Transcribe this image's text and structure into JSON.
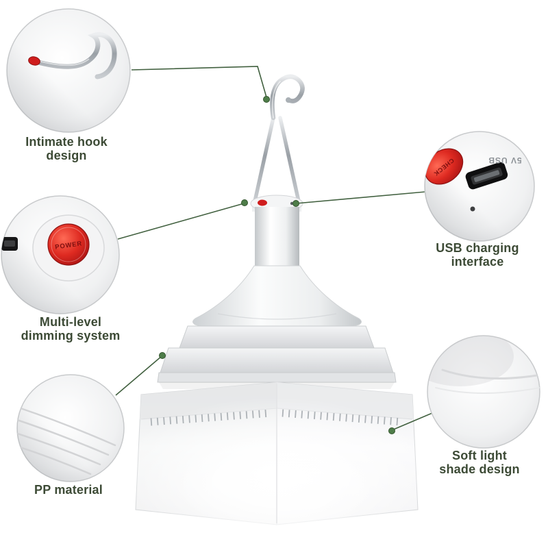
{
  "meta": {
    "type": "product-feature-infographic",
    "background": "#ffffff"
  },
  "colors": {
    "accent_green": "#41603f",
    "dot_green": "#4e7d49",
    "label_text": "#3c4a35",
    "button_red": "#cf1d1d"
  },
  "callouts": [
    {
      "id": "hook",
      "label_line1": "Intimate hook",
      "label_line2": "design"
    },
    {
      "id": "dimming",
      "label_line1": "Multi-level",
      "label_line2": "dimming system",
      "button_text": "POWER"
    },
    {
      "id": "usb",
      "label_line1": "USB charging",
      "label_line2": "interface",
      "port_text": "5V USB",
      "button_text": "CHECK"
    },
    {
      "id": "pp",
      "label_line1": "PP material",
      "label_line2": ""
    },
    {
      "id": "shade",
      "label_line1": "Soft light",
      "label_line2": "shade design"
    }
  ]
}
